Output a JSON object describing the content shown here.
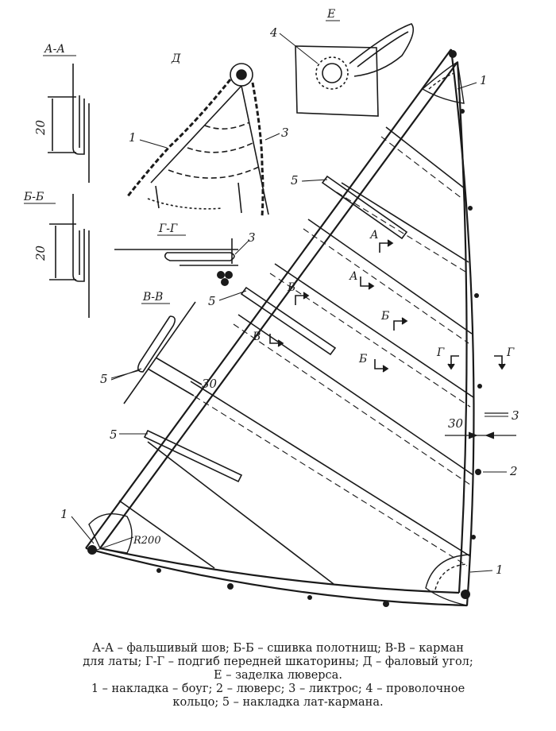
{
  "labels": {
    "sec_aa": "А-А",
    "sec_bb": "Б-Б",
    "sec_vv": "В-В",
    "sec_gg": "Г-Г",
    "view_d": "Д",
    "view_e": "Е",
    "dim_20a": "20",
    "dim_20b": "20",
    "dim_30_pocket": "30",
    "dim_30_leech": "30",
    "radius": "R200",
    "n1": "1",
    "n2": "2",
    "n3": "3",
    "n4": "4",
    "n5": "5",
    "m_a": "А",
    "m_b": "Б",
    "m_v": "В",
    "m_g": "Г"
  },
  "caption": {
    "line1": "А-А – фальшивый шов;  Б-Б – сшивка полотнищ;   В-В – карман",
    "line2": "для латы; Г-Г – подгиб передней шкаторины;  Д – фаловый угол;",
    "line3": "Е – заделка люверса.",
    "line4": "1 – накладка – боуг;   2 – люверс;   3 – ликтрос;   4 – проволочное",
    "line5": "кольцо; 5 – накладка лат-кармана."
  }
}
